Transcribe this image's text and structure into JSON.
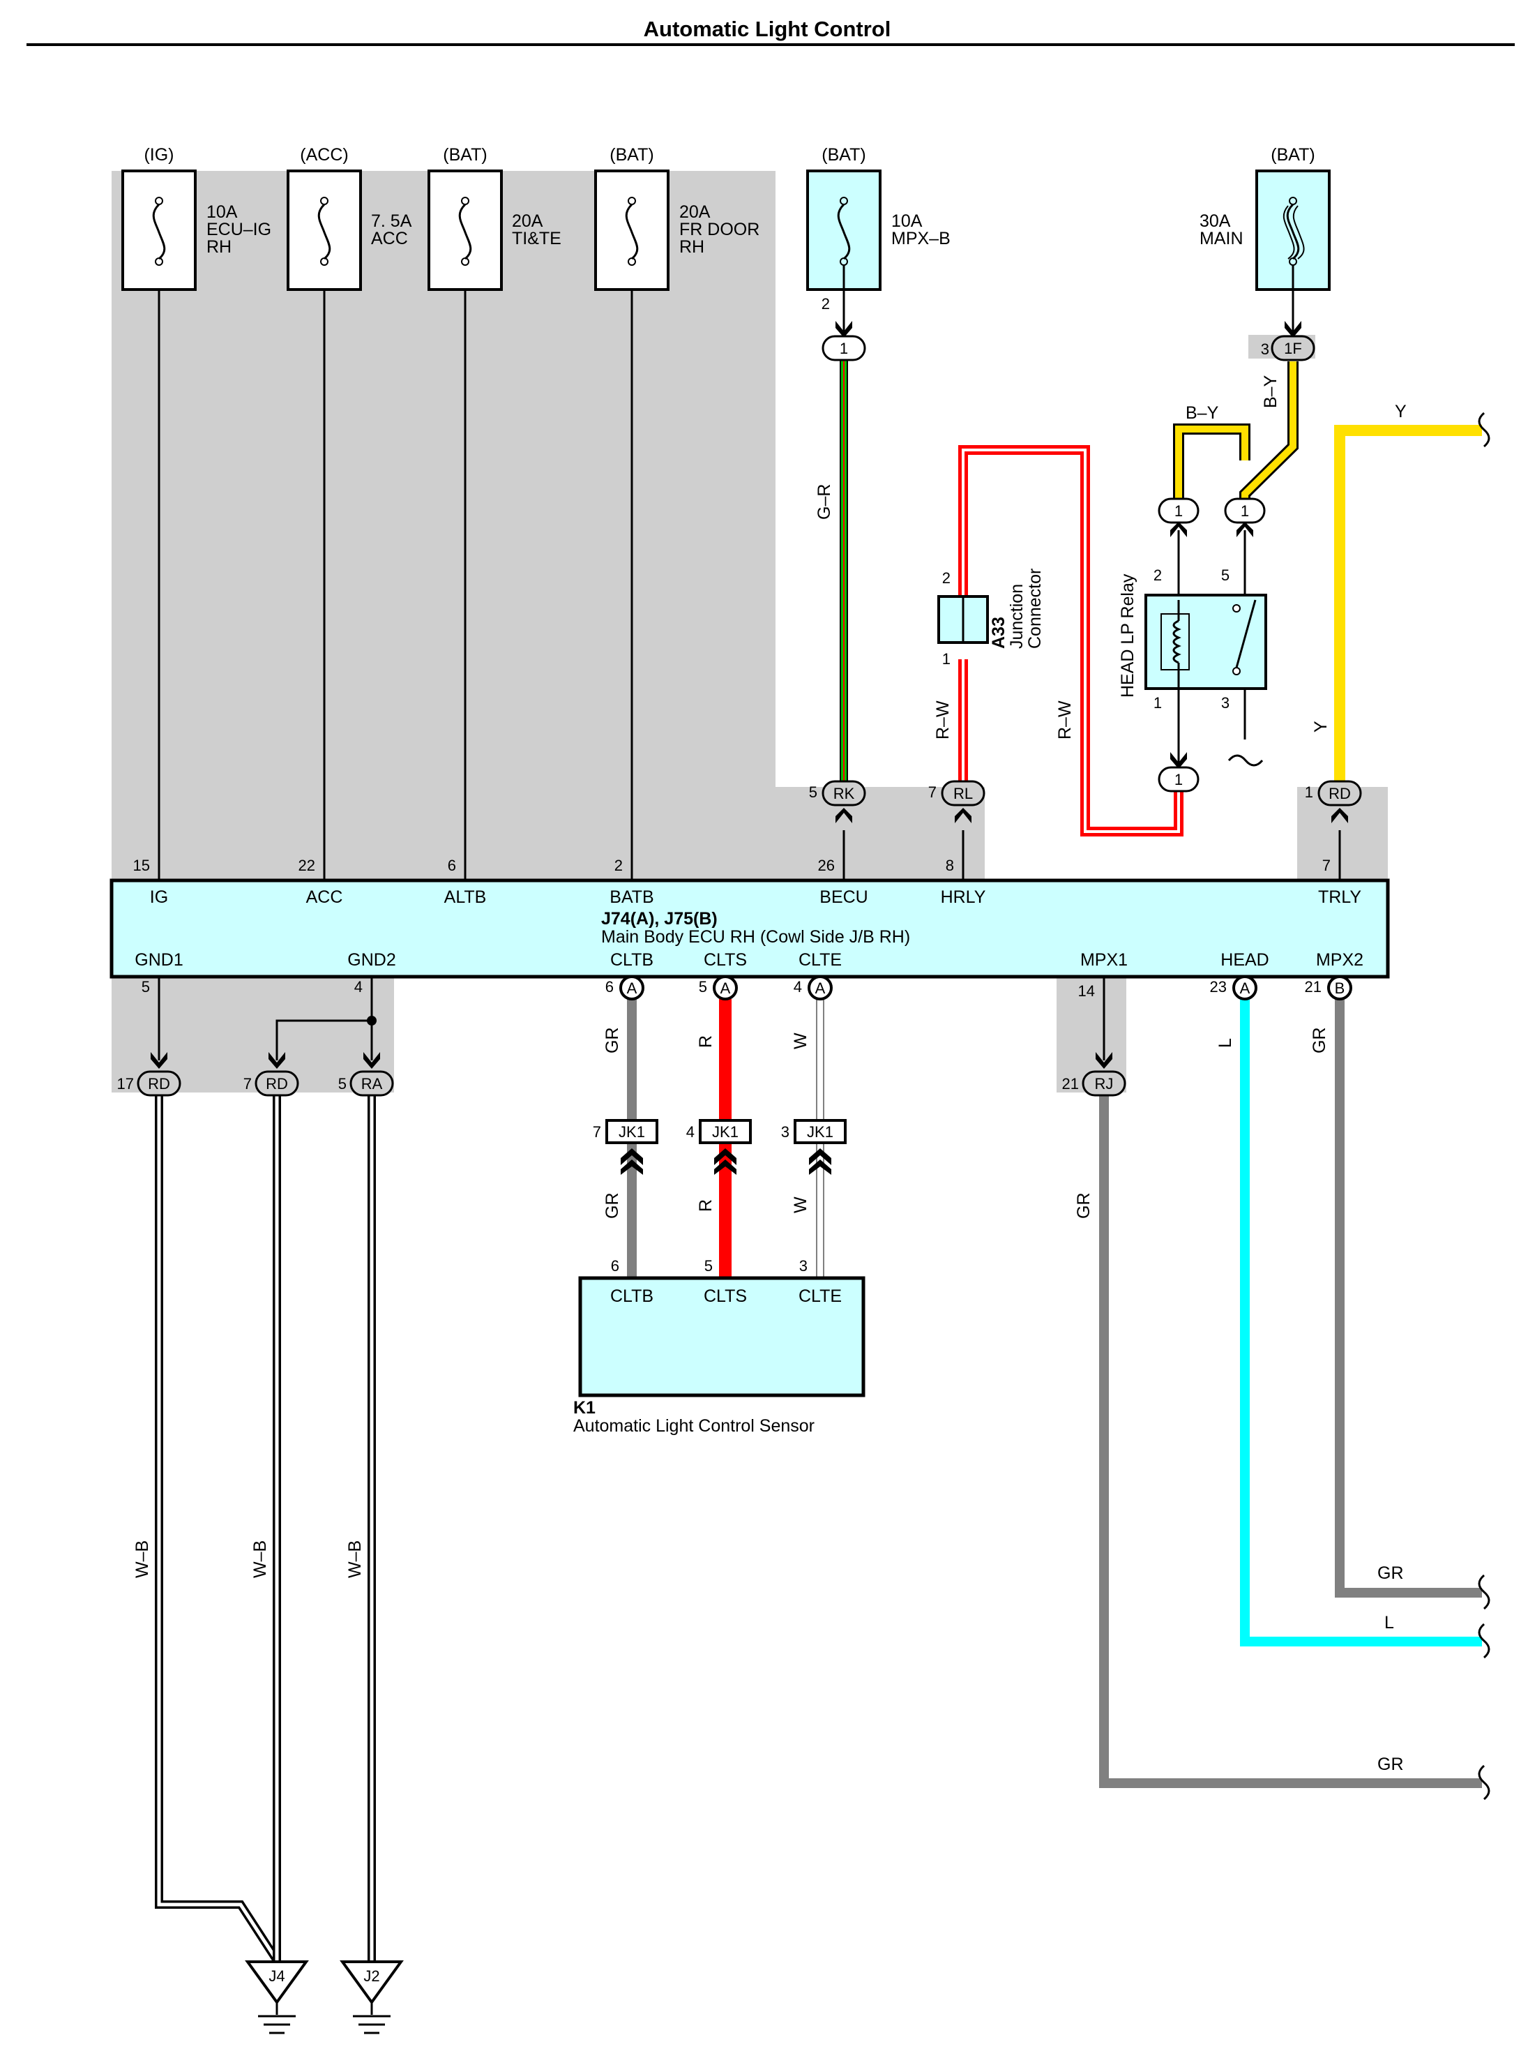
{
  "title": "Automatic Light Control",
  "colors": {
    "shade": "#cfcfcf",
    "box_fill": "#ccffff",
    "green": "#00c000",
    "red": "#ff0000",
    "yellow": "#ffe000",
    "cyan": "#00ffff",
    "gray": "#808080"
  },
  "fuses": [
    {
      "source": "(IG)",
      "lines": [
        "10A",
        "ECU–IG",
        "RH"
      ]
    },
    {
      "source": "(ACC)",
      "lines": [
        "7. 5A",
        "ACC"
      ]
    },
    {
      "source": "(BAT)",
      "lines": [
        "20A",
        "TI&TE"
      ]
    },
    {
      "source": "(BAT)",
      "lines": [
        "20A",
        "FR DOOR",
        "RH"
      ]
    },
    {
      "source": "(BAT)",
      "lines": [
        "10A",
        "MPX–B"
      ]
    },
    {
      "source": "(BAT)",
      "lines": [
        "30A",
        "MAIN"
      ]
    }
  ],
  "ecu": {
    "id": "J74(A), J75(B)",
    "name": "Main Body ECU RH (Cowl Side J/B RH)",
    "top_terminals": [
      {
        "label": "IG",
        "pin": "15"
      },
      {
        "label": "ACC",
        "pin": "22"
      },
      {
        "label": "ALTB",
        "pin": "6"
      },
      {
        "label": "BATB",
        "pin": "2"
      },
      {
        "label": "BECU",
        "pin": "26"
      },
      {
        "label": "HRLY",
        "pin": "8"
      },
      {
        "label": "TRLY",
        "pin": "7"
      }
    ],
    "bottom_terminals": [
      {
        "label": "GND1",
        "pin": "5"
      },
      {
        "label": "GND2",
        "pin": "4"
      },
      {
        "label": "CLTB",
        "pin": "6",
        "conn": "A"
      },
      {
        "label": "CLTS",
        "pin": "5",
        "conn": "A"
      },
      {
        "label": "CLTE",
        "pin": "4",
        "conn": "A"
      },
      {
        "label": "MPX1",
        "pin": "14"
      },
      {
        "label": "HEAD",
        "pin": "23",
        "conn": "A"
      },
      {
        "label": "MPX2",
        "pin": "21",
        "conn": "B"
      }
    ]
  },
  "connectors": {
    "mpxb_pin": "2",
    "mpxb_conn": "1",
    "main_pin": "3",
    "main_conn": "1F",
    "rk_pin": "5",
    "rk": "RK",
    "rl_pin": "7",
    "rl": "RL",
    "rd_trly_pin": "1",
    "rd_trly": "RD",
    "relay_in_a": "1",
    "relay_in_b": "1",
    "relay_out": "1",
    "gnd_rd17_pin": "17",
    "gnd_rd17": "RD",
    "gnd_rd7_pin": "7",
    "gnd_rd7": "RD",
    "gnd_ra_pin": "5",
    "gnd_ra": "RA",
    "rj_pin": "21",
    "rj": "RJ",
    "jk1": "JK1",
    "jk1_pins": [
      "7",
      "4",
      "3"
    ]
  },
  "junction": {
    "id": "A33",
    "name1": "Junction",
    "name2": "Connector",
    "pin_top": "2",
    "pin_bottom": "1"
  },
  "relay": {
    "name": "HEAD LP Relay",
    "pins": [
      "2",
      "5",
      "1",
      "3"
    ]
  },
  "sensor": {
    "id": "K1",
    "name": "Automatic Light Control Sensor",
    "terminals": [
      {
        "label": "CLTB",
        "pin": "6"
      },
      {
        "label": "CLTS",
        "pin": "5"
      },
      {
        "label": "CLTE",
        "pin": "3"
      }
    ]
  },
  "wire_labels": {
    "g_r": "G–R",
    "r_w": "R–W",
    "b_y": "B–Y",
    "y": "Y",
    "gr": "GR",
    "r": "R",
    "w": "W",
    "l": "L",
    "w_b": "W–B"
  },
  "grounds": [
    "J4",
    "J2"
  ]
}
